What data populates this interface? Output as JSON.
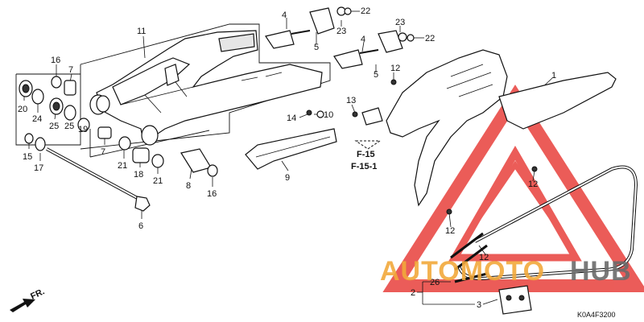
{
  "diagram_code": "K0A4F3200",
  "front_indicator": "FR.",
  "refs": [
    "F-15",
    "F-15-1"
  ],
  "watermark": {
    "auto": "AUTOMOTO",
    "hub": "HUB",
    "auto_color": "#f2a93b",
    "hub_color": "#6b6b6b",
    "mark_color": "#e8403c"
  },
  "callouts": {
    "c1": "1",
    "c2": "2",
    "c3": "3",
    "c4a": "4",
    "c4b": "4",
    "c5a": "5",
    "c5b": "5",
    "c6": "6",
    "c7a": "7",
    "c7b": "7",
    "c8": "8",
    "c9": "9",
    "c10": "10",
    "c11": "11",
    "c12a": "12",
    "c12b": "12",
    "c12c": "12",
    "c12d": "12",
    "c13": "13",
    "c14": "14",
    "c15": "15",
    "c16a": "16",
    "c16b": "16",
    "c17": "17",
    "c18": "18",
    "c19": "19",
    "c20": "20",
    "c21a": "21",
    "c21b": "21",
    "c22a": "22",
    "c22b": "22",
    "c23a": "23",
    "c23b": "23",
    "c24": "24",
    "c25a": "25",
    "c25b": "25",
    "c26": "26"
  }
}
